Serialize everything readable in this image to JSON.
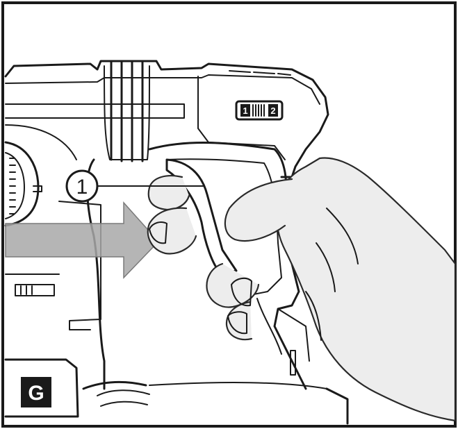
{
  "figure": {
    "panel_letter": "G",
    "callout_number": "1",
    "mode_selector_left": "1",
    "mode_selector_right": "2"
  },
  "colors": {
    "outline": "#1a1a1a",
    "arrow_fill": "#a8a8a8",
    "hand_fill": "#ededed",
    "badge_fill": "#1a1a1a",
    "badge_text": "#ffffff"
  }
}
